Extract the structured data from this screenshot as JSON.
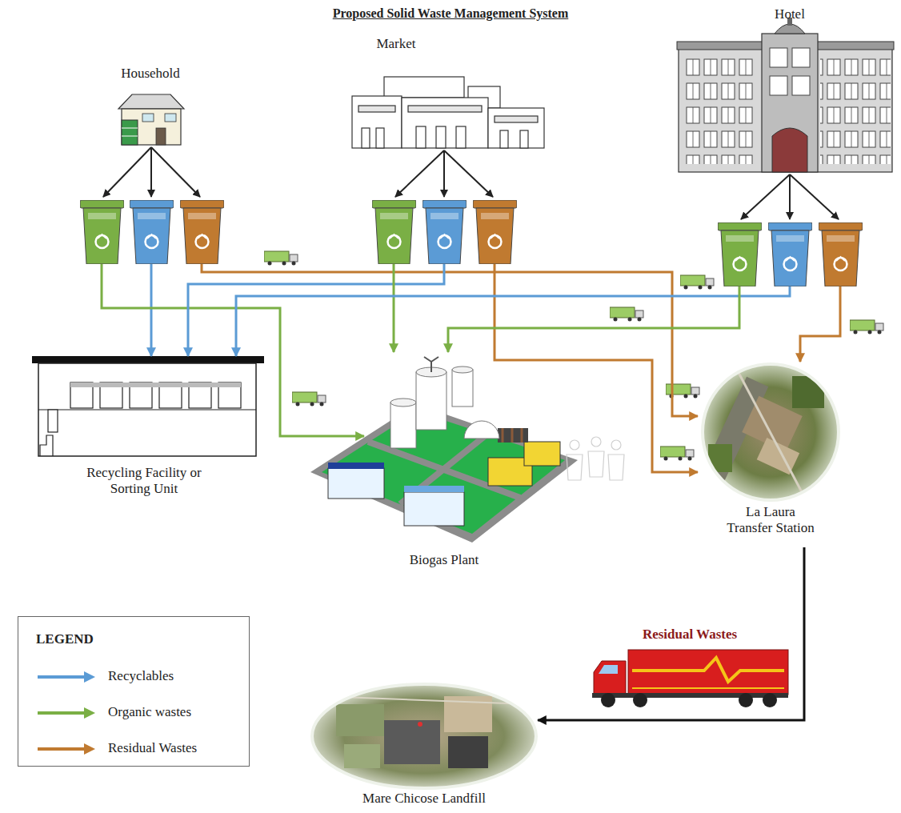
{
  "diagram": {
    "title": "Proposed Solid Waste Management System",
    "nodes": [
      {
        "text": [
          "Household"
        ]
      },
      {
        "text": [
          "Market"
        ]
      },
      {
        "text": [
          "Hotel"
        ]
      },
      {
        "text": [
          "Recycling Facility or Sorting Unit"
        ]
      },
      {
        "text": [
          "Biogas Plant"
        ]
      },
      {
        "text": [
          "La Laura Transfer Station"
        ]
      },
      {
        "text": [
          "Mare Chicose Landfill"
        ]
      }
    ],
    "edges": [
      {
        "from": 0,
        "to": 3,
        "arrow": "to"
      },
      {
        "from": 0,
        "to": 4,
        "arrow": "to"
      },
      {
        "from": 0,
        "to": 5,
        "arrow": "to"
      },
      {
        "from": 1,
        "to": 3,
        "arrow": "to"
      },
      {
        "from": 1,
        "to": 4,
        "arrow": "to"
      },
      {
        "from": 1,
        "to": 5,
        "arrow": "to"
      },
      {
        "from": 2,
        "to": 3,
        "arrow": "to"
      },
      {
        "from": 2,
        "to": 4,
        "arrow": "to"
      },
      {
        "from": 2,
        "to": 5,
        "arrow": "to"
      },
      {
        "from": 5,
        "to": 6,
        "label": "Residual Wastes",
        "arrow": "to"
      }
    ],
    "labels": [
      "LEGEND"
    ],
    "legend": [
      {
        "text": "Recyclables",
        "color": "#5b9bd5"
      },
      {
        "text": "Organic wastes",
        "color": "#7aaf45"
      },
      {
        "text": "Residual Wastes",
        "color": "#c07a30"
      }
    ]
  }
}
